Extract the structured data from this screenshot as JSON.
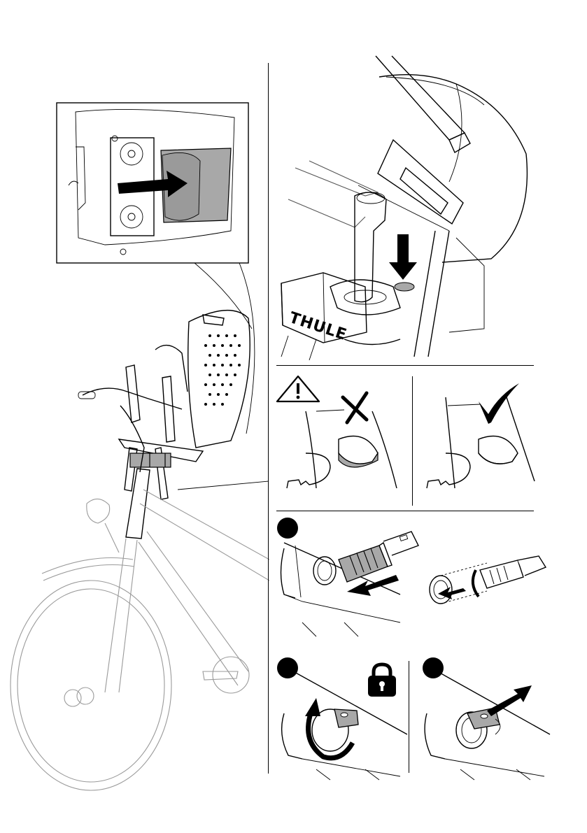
{
  "brand": {
    "logo_text": "THULE"
  },
  "steps": [
    {
      "id": "step-1",
      "label": ""
    },
    {
      "id": "step-2",
      "label": ""
    },
    {
      "id": "step-3",
      "label": ""
    }
  ],
  "icons": {
    "warning": "warning-triangle-icon",
    "wrong": "cross-mark-icon",
    "correct": "check-mark-icon",
    "lock": "padlock-icon"
  },
  "colors": {
    "ink": "#000000",
    "grey_fill": "#a8a8a8",
    "faint_line": "#9a9a9a"
  }
}
